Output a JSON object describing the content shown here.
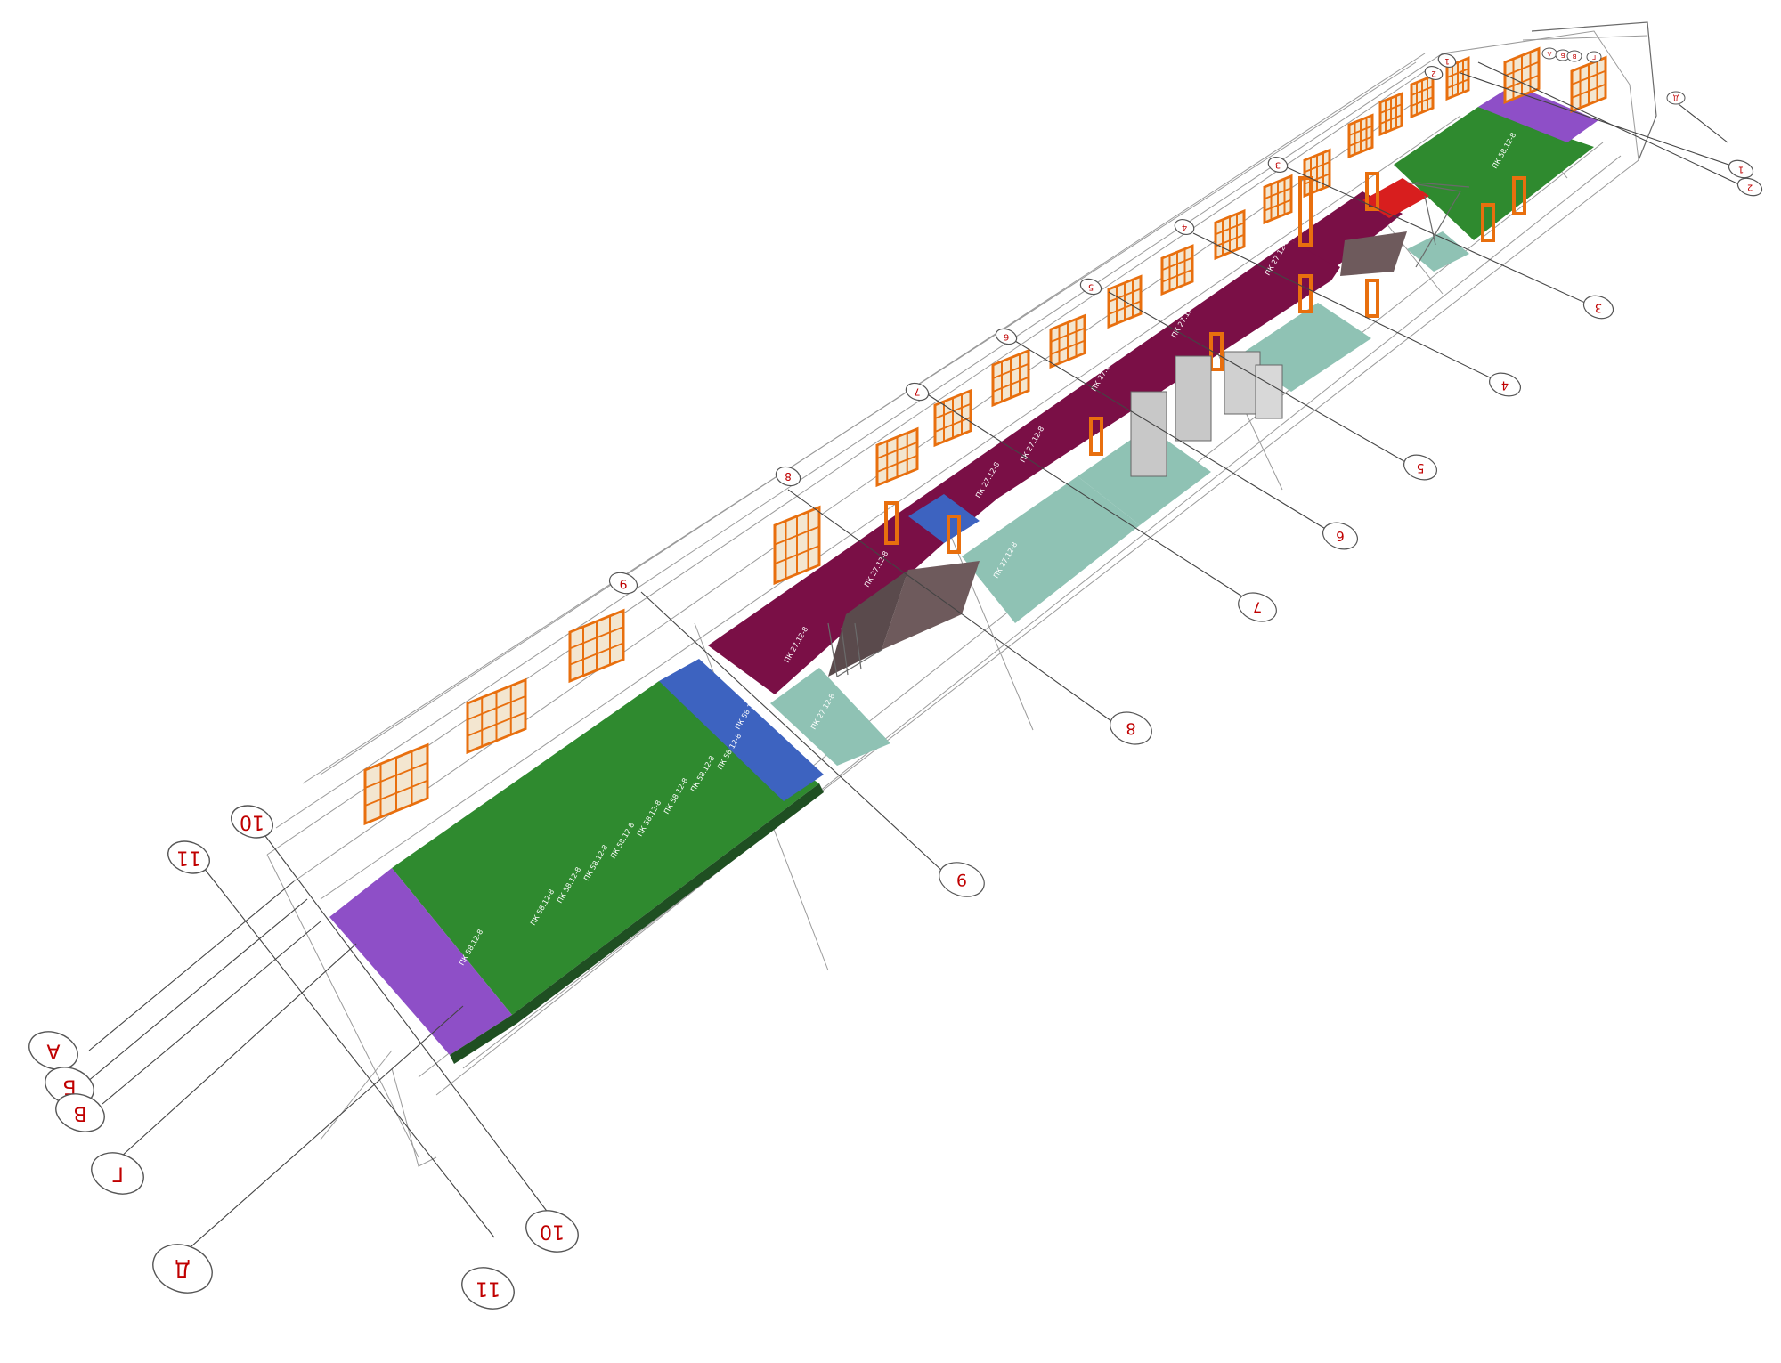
{
  "drawing": {
    "colors": {
      "wireframe": "#9a9a9a",
      "purple_floor": "#8e4fc7",
      "green_floor": "#2f8a2f",
      "blue_floor": "#3d63c0",
      "maroon_floor": "#7a0f46",
      "teal_floor": "#8fc2b4",
      "red_floor": "#d81e1e",
      "stair": "#6e5a5c",
      "window": "#e86f0e",
      "marker_text": "#c00000"
    },
    "axis_markers": [
      {
        "id": "m11-top",
        "label": "11"
      },
      {
        "id": "m10-top",
        "label": "10"
      },
      {
        "id": "m9-top",
        "label": "9"
      },
      {
        "id": "m8-top",
        "label": "8"
      },
      {
        "id": "m7-top",
        "label": "7"
      },
      {
        "id": "m6-top",
        "label": "6"
      },
      {
        "id": "m5-top",
        "label": "5"
      },
      {
        "id": "m4-top",
        "label": "4"
      },
      {
        "id": "m3-top",
        "label": "3"
      },
      {
        "id": "m2-top",
        "label": "2"
      },
      {
        "id": "m1-top",
        "label": "1"
      },
      {
        "id": "mA-top",
        "label": "А"
      },
      {
        "id": "mB-top",
        "label": "Б"
      },
      {
        "id": "mV-top",
        "label": "В"
      },
      {
        "id": "mG-top",
        "label": "Г"
      },
      {
        "id": "mD-top",
        "label": "Д"
      },
      {
        "id": "m1-right",
        "label": "1"
      },
      {
        "id": "m2-right",
        "label": "2"
      },
      {
        "id": "m3-right",
        "label": "3"
      },
      {
        "id": "m4-right",
        "label": "4"
      },
      {
        "id": "m5-right",
        "label": "5"
      },
      {
        "id": "m6-right",
        "label": "6"
      },
      {
        "id": "m7-right",
        "label": "7"
      },
      {
        "id": "m8-right",
        "label": "8"
      },
      {
        "id": "m9-right",
        "label": "9"
      },
      {
        "id": "m10-bottom",
        "label": "10"
      },
      {
        "id": "m11-bottom",
        "label": "11"
      },
      {
        "id": "mA-left",
        "label": "А"
      },
      {
        "id": "mB-left",
        "label": "Б"
      },
      {
        "id": "mV-left",
        "label": "В"
      },
      {
        "id": "mG-left",
        "label": "Г"
      },
      {
        "id": "mD-left",
        "label": "Д"
      }
    ],
    "floor_labels": {
      "green": "ПК 58.12-8",
      "purple": "ПК 58.12-8",
      "blue": "ПК 58.12-8",
      "maroon": "ПК 27.12-8",
      "teal": "ПК 27.12-8"
    }
  }
}
